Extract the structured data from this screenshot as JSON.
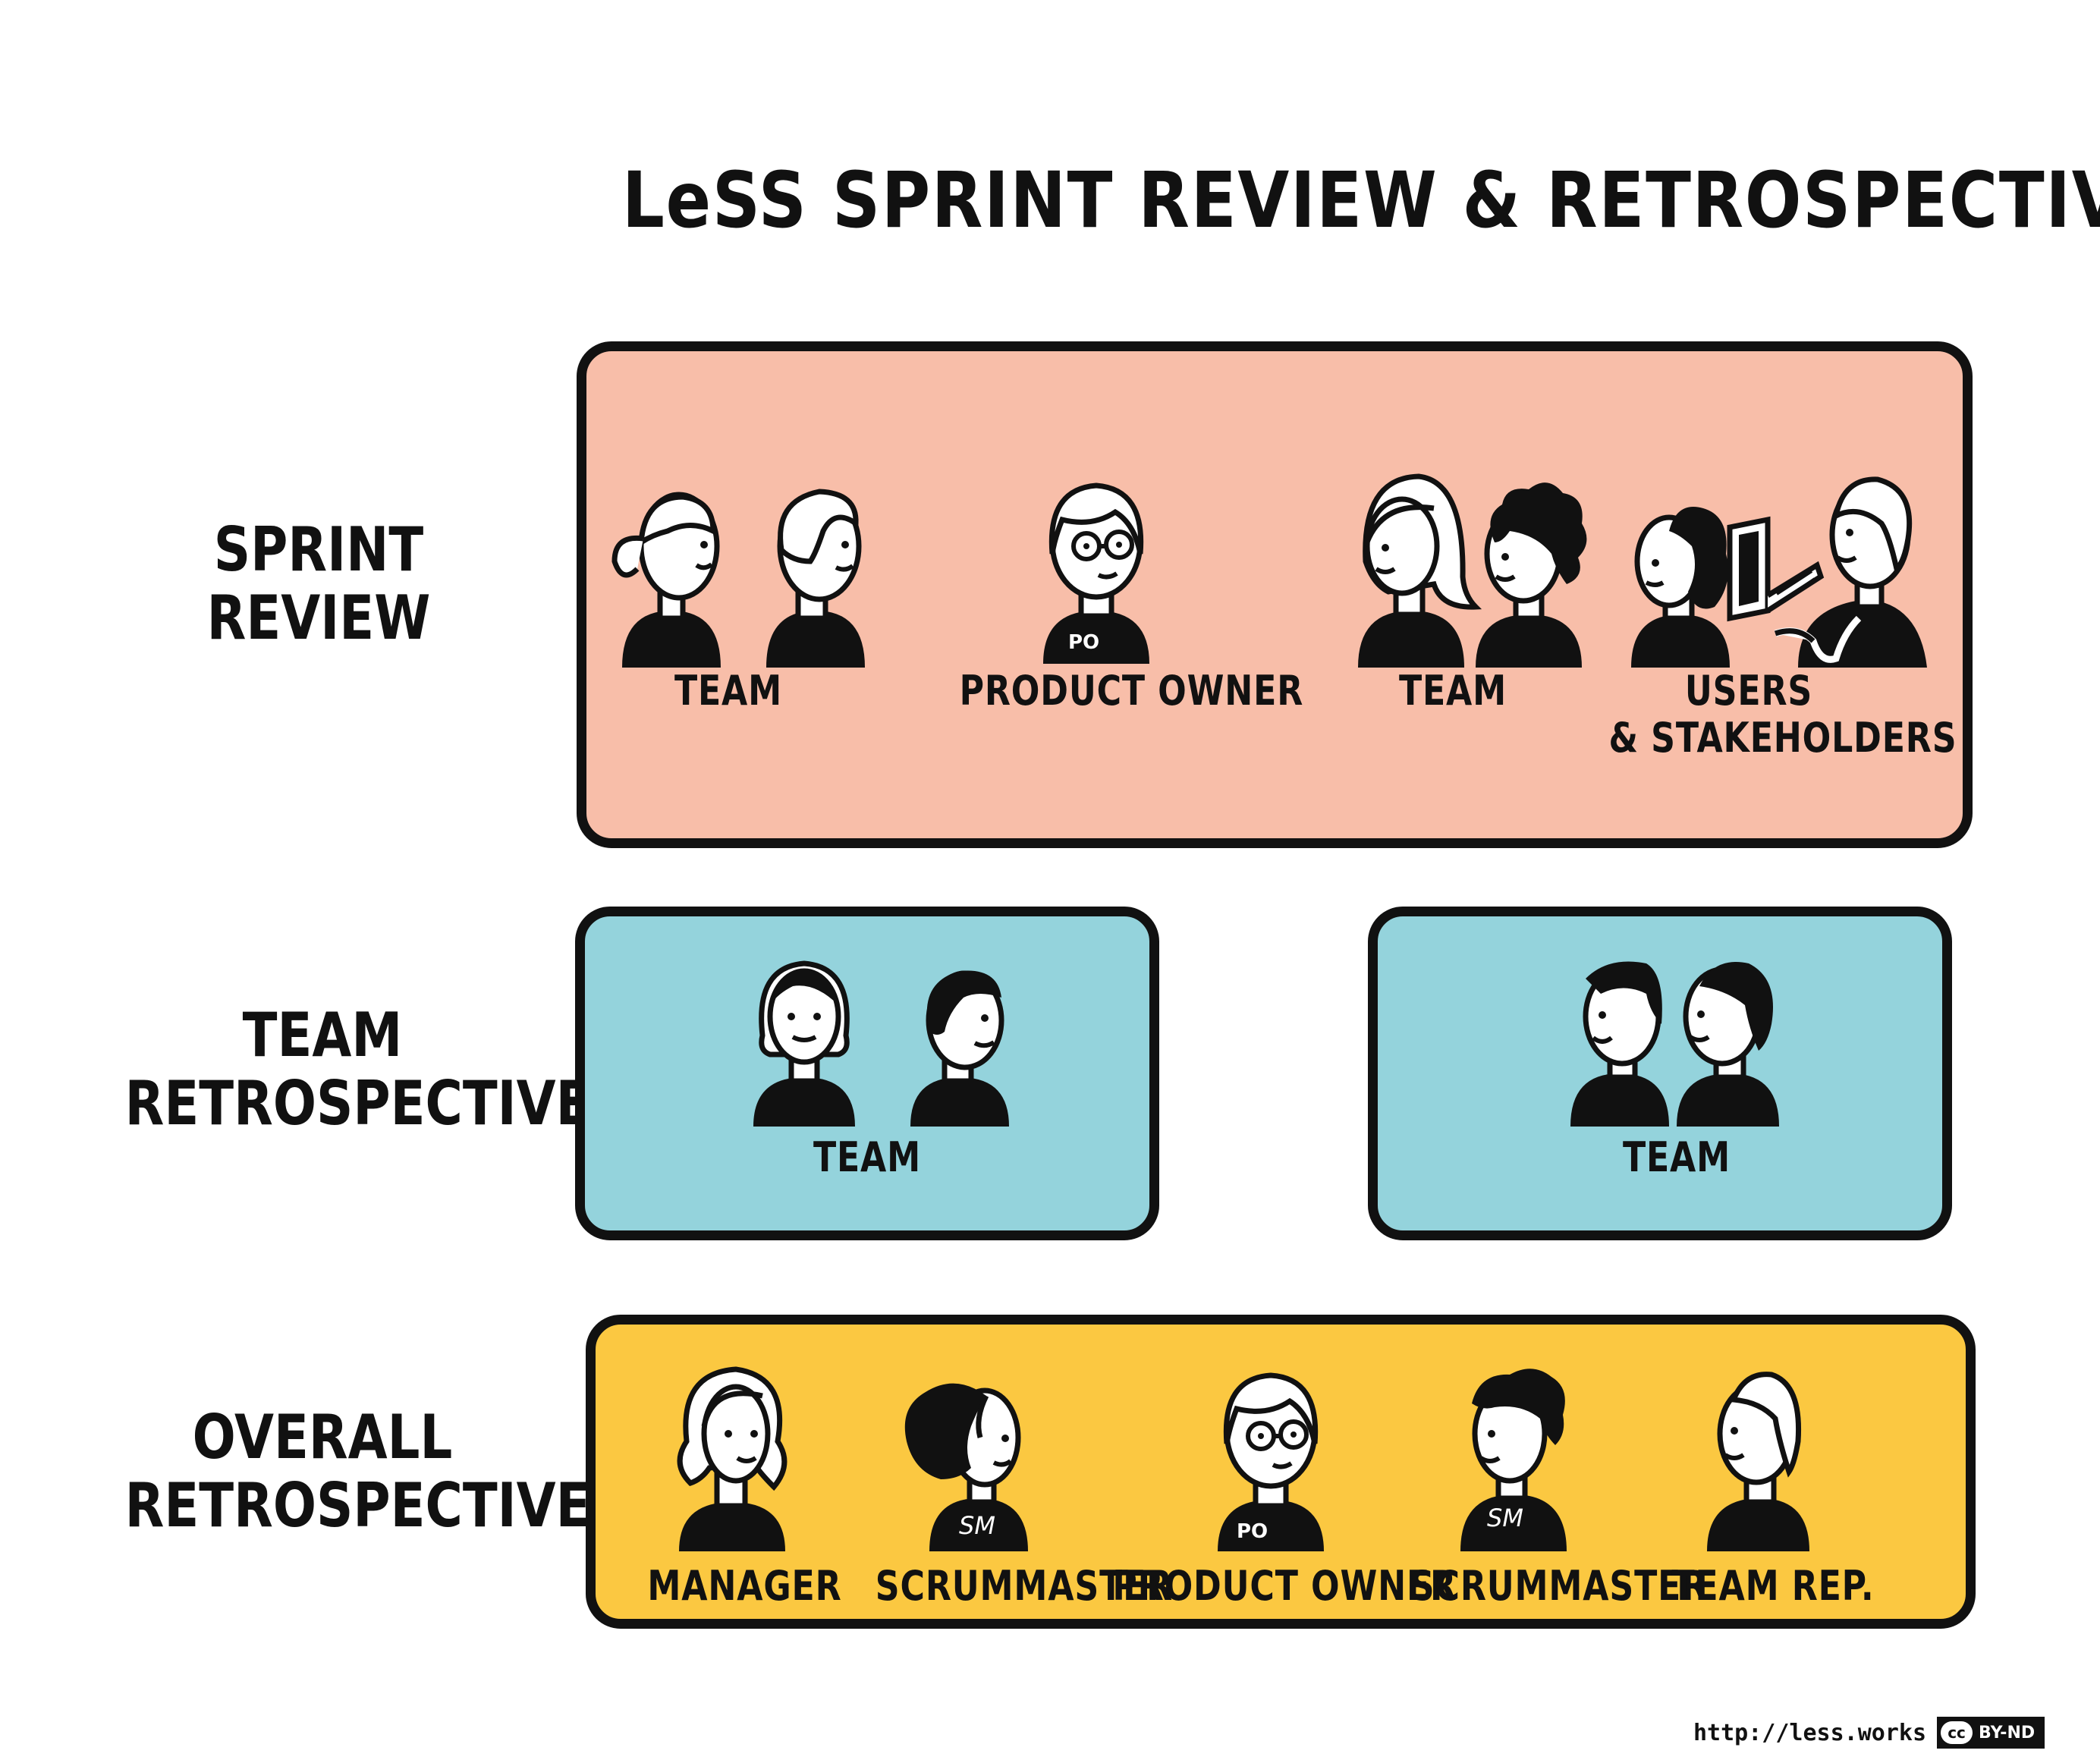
{
  "title": "LeSS SPRINT REVIEW & RETROSPECTIVE",
  "colors": {
    "review_fill": "#f8bea9",
    "team_fill": "#94d3dc",
    "overall_fill": "#fbc841",
    "outline": "#111111"
  },
  "rows": {
    "sprint_review": {
      "label_line1": "SPRINT",
      "label_line2": "REVIEW",
      "groups": [
        {
          "caption": "TEAM"
        },
        {
          "caption": "PRODUCT OWNER",
          "badge": "PO"
        },
        {
          "caption": "TEAM"
        },
        {
          "caption_line1": "USERS",
          "caption_line2": "& STAKEHOLDERS"
        }
      ]
    },
    "team_retrospective": {
      "label_line1": "TEAM",
      "label_line2": "RETROSPECTIVE",
      "groups": [
        {
          "caption": "TEAM"
        },
        {
          "caption": "TEAM"
        }
      ]
    },
    "overall_retrospective": {
      "label_line1": "OVERALL",
      "label_line2": "RETROSPECTIVE",
      "groups": [
        {
          "caption": "MANAGER"
        },
        {
          "caption": "SCRUMMASTER",
          "badge": "SM"
        },
        {
          "caption": "PRODUCT OWNER",
          "badge": "PO"
        },
        {
          "caption": "SCRUMMASTER",
          "badge": "SM"
        },
        {
          "caption": "TEAM REP."
        }
      ]
    }
  },
  "footer": {
    "url": "http://less.works",
    "license_mark": "cc",
    "license": "BY-ND"
  }
}
